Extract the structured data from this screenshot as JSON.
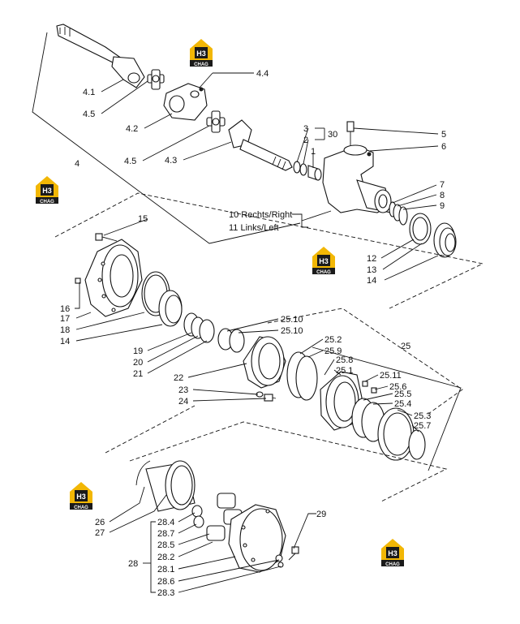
{
  "labels": [
    {
      "id": "4.4",
      "text": "4.4"
    },
    {
      "id": "4.1",
      "text": "4.1"
    },
    {
      "id": "4.5a",
      "text": "4.5"
    },
    {
      "id": "4.2",
      "text": "4.2"
    },
    {
      "id": "4.5b",
      "text": "4.5"
    },
    {
      "id": "4.3",
      "text": "4.3"
    },
    {
      "id": "4",
      "text": "4"
    },
    {
      "id": "3",
      "text": "3"
    },
    {
      "id": "2",
      "text": "2"
    },
    {
      "id": "30",
      "text": "30"
    },
    {
      "id": "1",
      "text": "1"
    },
    {
      "id": "5",
      "text": "5"
    },
    {
      "id": "6",
      "text": "6"
    },
    {
      "id": "7",
      "text": "7"
    },
    {
      "id": "8",
      "text": "8"
    },
    {
      "id": "9",
      "text": "9"
    },
    {
      "id": "10",
      "text": "10 Rechts/Right"
    },
    {
      "id": "11",
      "text": "11 Links/Left"
    },
    {
      "id": "12",
      "text": "12"
    },
    {
      "id": "13",
      "text": "13"
    },
    {
      "id": "14a",
      "text": "14"
    },
    {
      "id": "15",
      "text": "15"
    },
    {
      "id": "16",
      "text": "16"
    },
    {
      "id": "17",
      "text": "17"
    },
    {
      "id": "18",
      "text": "18"
    },
    {
      "id": "14b",
      "text": "14"
    },
    {
      "id": "19",
      "text": "19"
    },
    {
      "id": "20",
      "text": "20"
    },
    {
      "id": "21",
      "text": "21"
    },
    {
      "id": "22",
      "text": "22"
    },
    {
      "id": "23",
      "text": "23"
    },
    {
      "id": "24",
      "text": "24"
    },
    {
      "id": "25.10a",
      "text": "25.10"
    },
    {
      "id": "25.10b",
      "text": "25.10"
    },
    {
      "id": "25",
      "text": "25"
    },
    {
      "id": "25.2",
      "text": "25.2"
    },
    {
      "id": "25.9",
      "text": "25.9"
    },
    {
      "id": "25.8",
      "text": "25.8"
    },
    {
      "id": "25.1",
      "text": "25.1"
    },
    {
      "id": "25.11",
      "text": "25.11"
    },
    {
      "id": "25.6",
      "text": "25.6"
    },
    {
      "id": "25.5",
      "text": "25.5"
    },
    {
      "id": "25.4",
      "text": "25.4"
    },
    {
      "id": "25.3",
      "text": "25.3"
    },
    {
      "id": "25.7",
      "text": "25.7"
    },
    {
      "id": "26",
      "text": "26"
    },
    {
      "id": "27",
      "text": "27"
    },
    {
      "id": "28",
      "text": "28"
    },
    {
      "id": "28.4",
      "text": "28.4"
    },
    {
      "id": "28.7",
      "text": "28.7"
    },
    {
      "id": "28.5",
      "text": "28.5"
    },
    {
      "id": "28.2",
      "text": "28.2"
    },
    {
      "id": "28.1",
      "text": "28.1"
    },
    {
      "id": "28.6",
      "text": "28.6"
    },
    {
      "id": "28.3",
      "text": "28.3"
    },
    {
      "id": "29",
      "text": "29"
    }
  ],
  "watermark": {
    "top": "H3",
    "bottom": "CHAG"
  },
  "colors": {
    "logo_yellow": "#f2b705",
    "logo_black": "#1a1a1a",
    "ink": "#111111"
  }
}
